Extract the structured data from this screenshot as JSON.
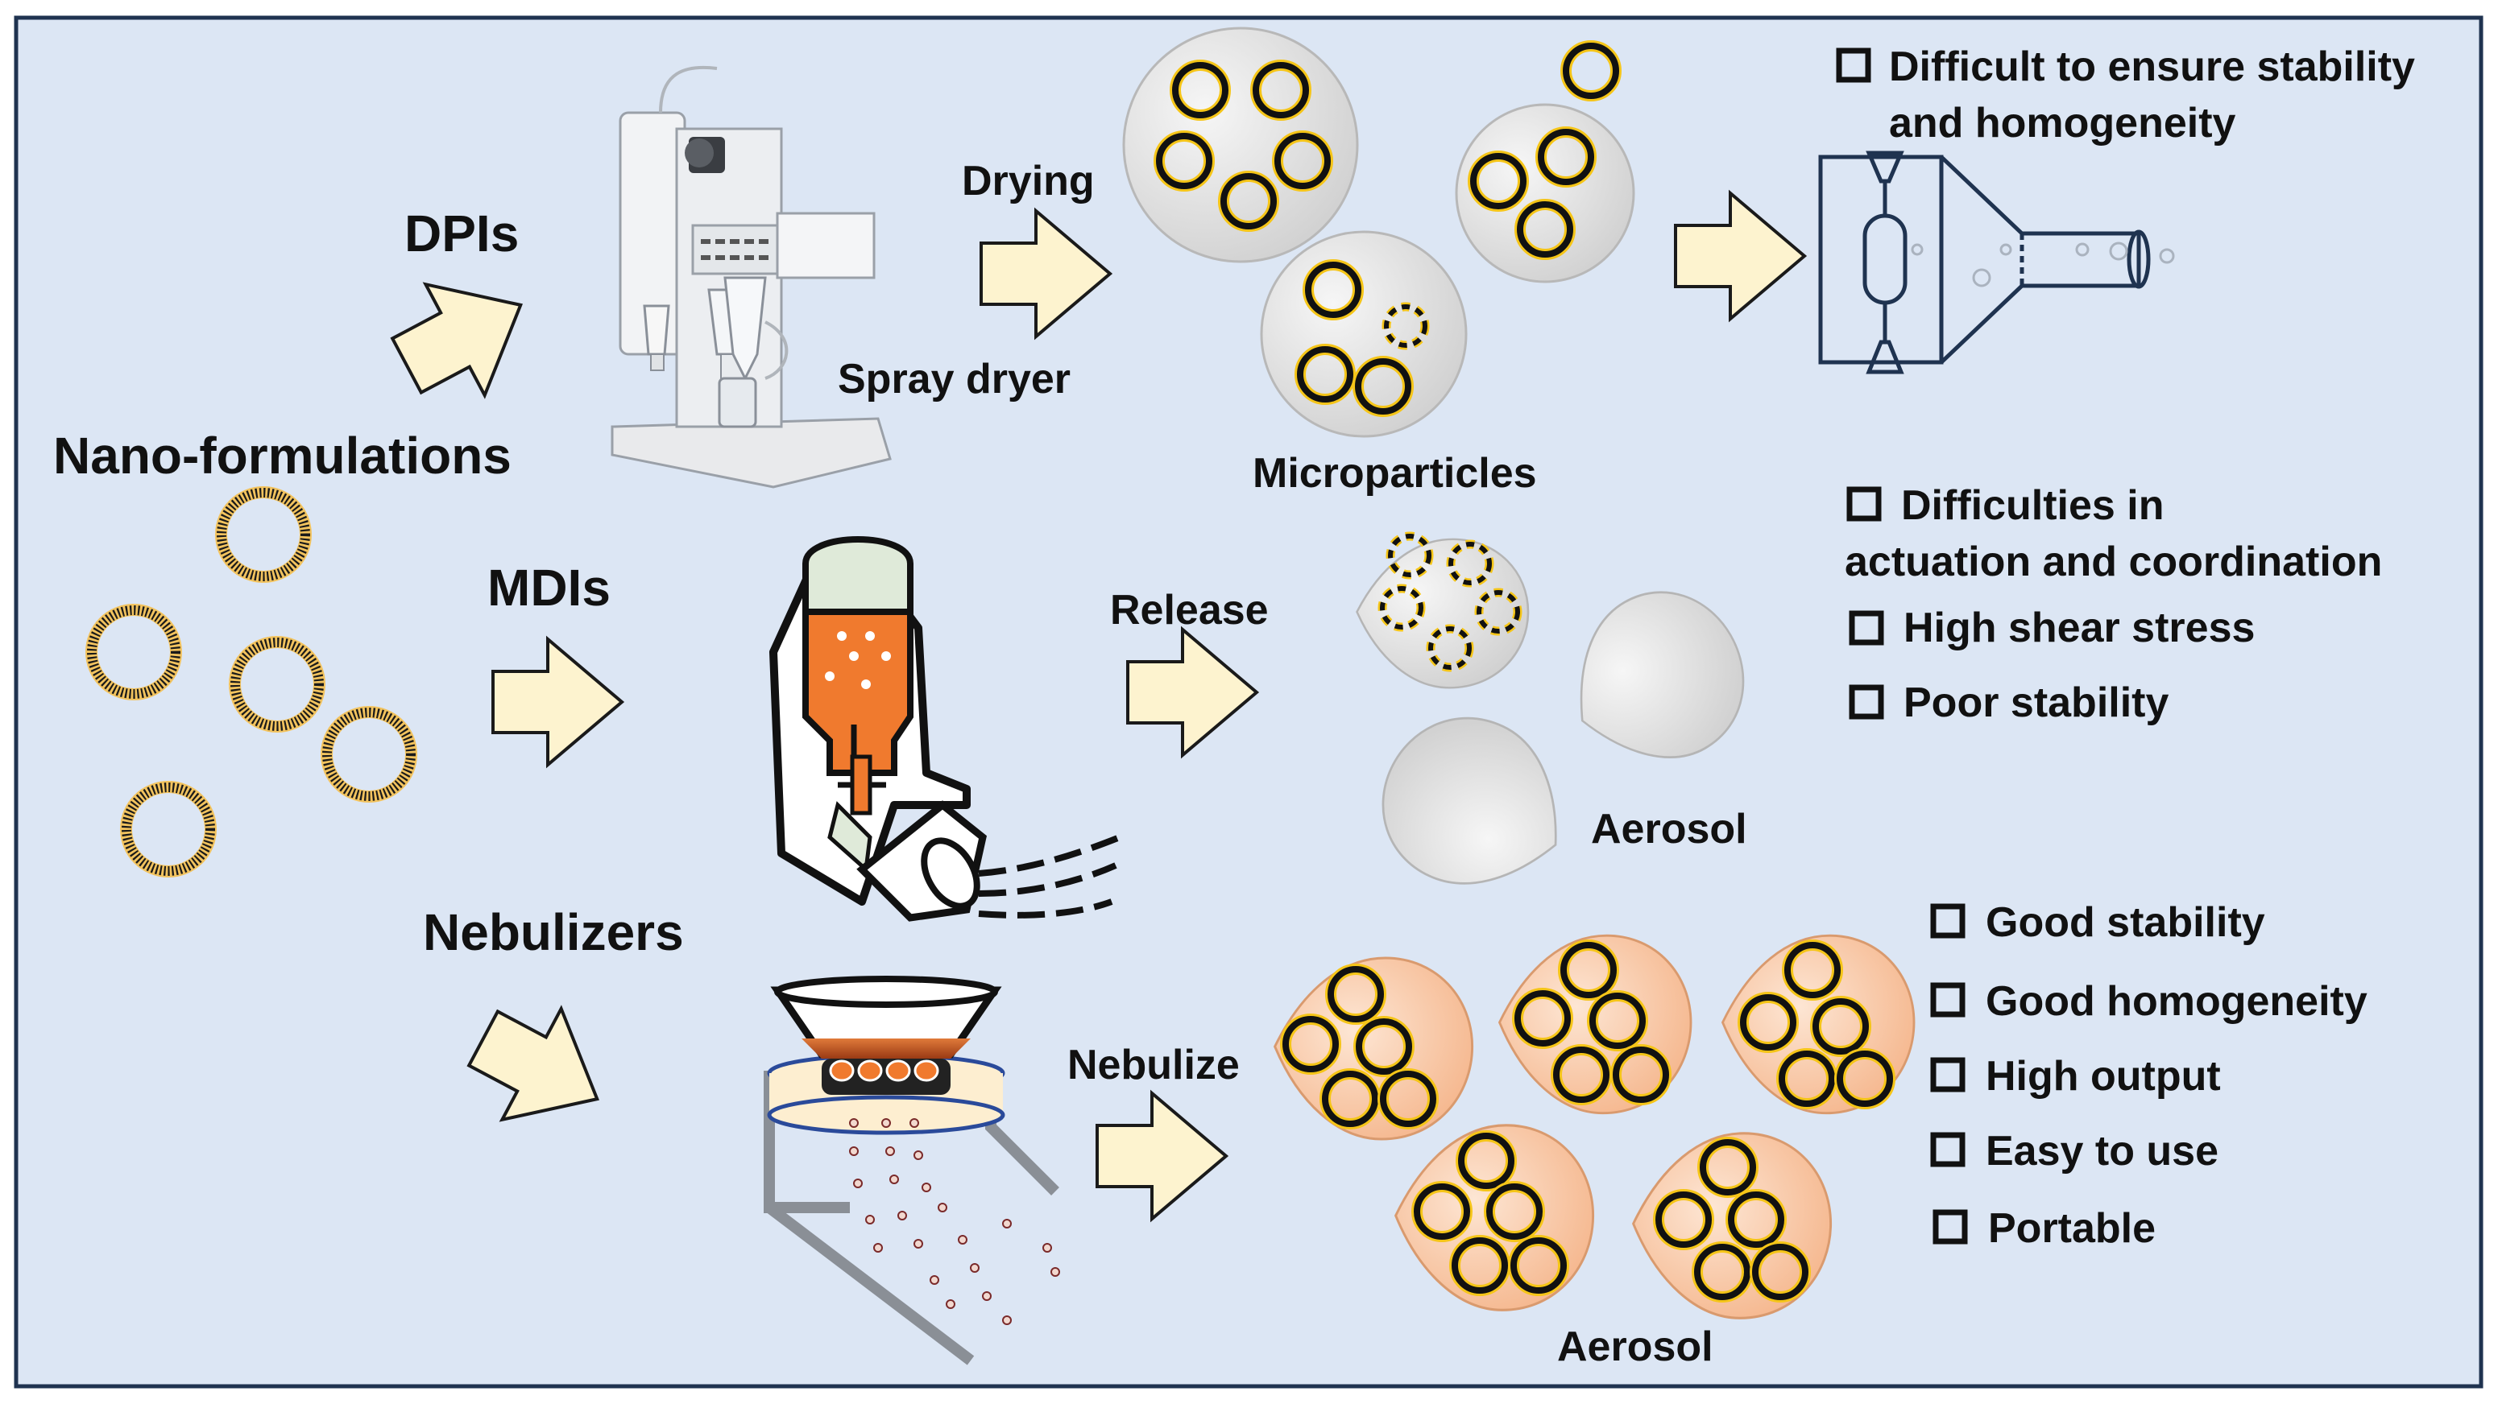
{
  "labels": {
    "dpis": "DPIs",
    "mdis": "MDIs",
    "nebulizers": "Nebulizers",
    "nano_formulations": "Nano-formulations",
    "drying": "Drying",
    "spray_dryer": "Spray dryer",
    "microparticles": "Microparticles",
    "release": "Release",
    "aerosol_mdi": "Aerosol",
    "nebulize": "Nebulize",
    "aerosol_neb": "Aerosol"
  },
  "dpi_notes": [
    "Difficult to ensure stability",
    "and homogeneity"
  ],
  "mdi_notes": [
    "Difficulties in",
    "actuation and coordination",
    "High shear stress",
    "Poor stability"
  ],
  "nebulizer_notes": [
    "Good stability",
    "Good homogeneity",
    "High output",
    "Easy to use",
    "Portable"
  ],
  "colors": {
    "background": "#dce6f4",
    "border": "#1f3350",
    "arrow_fill": "#fdf3cf",
    "vesicle_ring": "#f2c35e",
    "particle_ring": "#f5c518",
    "droplet_grey": "#e4e4e4",
    "droplet_peach": "#f9c9a4",
    "canister_orange": "#f07a2e",
    "canister_cap": "#dfead9",
    "nebulizer_liquid": "#c85a26"
  },
  "icons": {
    "checkbox": "square-outline-icon",
    "flow_arrow": "block-arrow-icon",
    "spray_dryer": "spray-dryer-icon",
    "inhaler": "metered-dose-inhaler-icon",
    "nebulizer": "mesh-nebulizer-icon",
    "dpi_device": "dry-powder-inhaler-icon"
  }
}
